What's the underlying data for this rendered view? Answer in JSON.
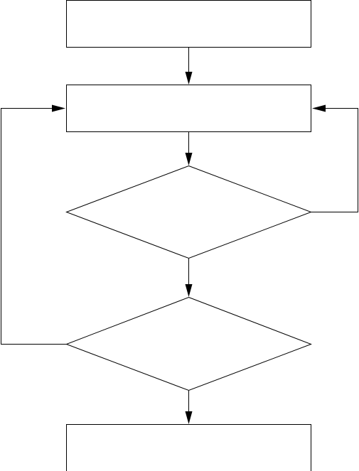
{
  "diagram": {
    "type": "flowchart",
    "colors": {
      "stroke": "#000000",
      "fill": "#ffffff",
      "background": "#ffffff"
    },
    "nodes": [
      {
        "id": "process-1",
        "shape": "rectangle",
        "label": ""
      },
      {
        "id": "process-2",
        "shape": "rectangle",
        "label": ""
      },
      {
        "id": "decision-1",
        "shape": "diamond",
        "label": ""
      },
      {
        "id": "decision-2",
        "shape": "diamond",
        "label": ""
      },
      {
        "id": "process-3",
        "shape": "rectangle",
        "label": ""
      }
    ],
    "edges": [
      {
        "id": "edge-1",
        "from": "process-1",
        "to": "process-2",
        "label": ""
      },
      {
        "id": "edge-2",
        "from": "process-2",
        "to": "decision-1",
        "label": ""
      },
      {
        "id": "edge-3",
        "from": "decision-1",
        "to": "decision-2",
        "label": ""
      },
      {
        "id": "edge-4",
        "from": "decision-2",
        "to": "process-3",
        "label": ""
      },
      {
        "id": "edge-5",
        "from": "decision-1",
        "to": "process-2",
        "label": "",
        "kind": "loop-back-right"
      },
      {
        "id": "edge-6",
        "from": "decision-2",
        "to": "process-2",
        "label": "",
        "kind": "loop-back-left"
      }
    ]
  }
}
